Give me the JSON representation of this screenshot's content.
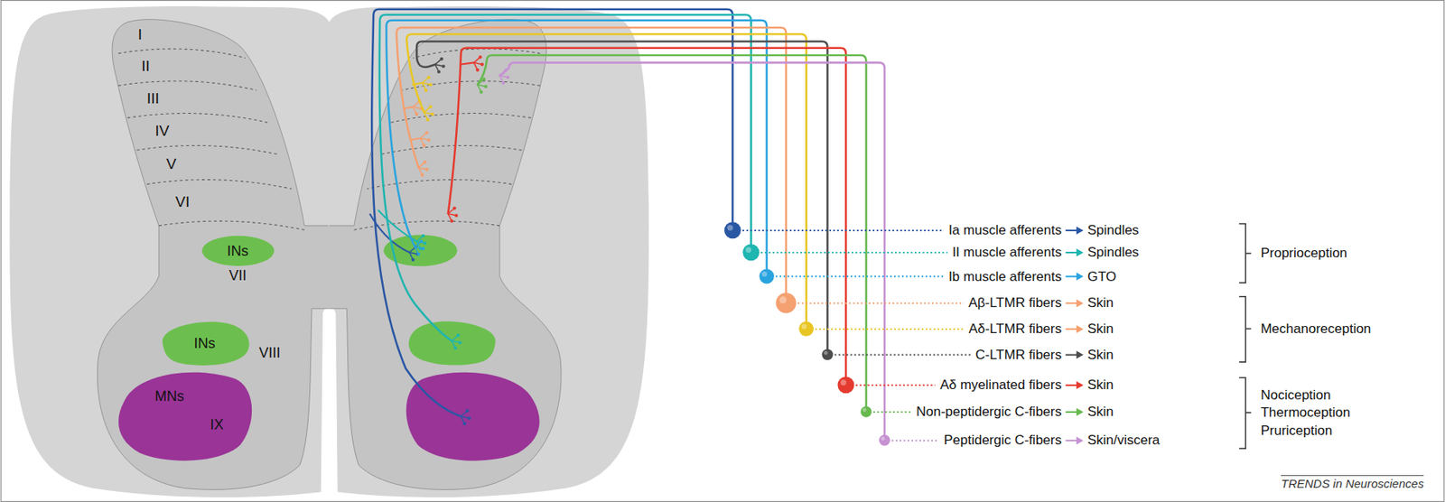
{
  "diagram": {
    "nodes": [
      {
        "text": [
          "INs",
          "VII"
        ]
      },
      {
        "text": [
          "INs",
          "VIII"
        ]
      },
      {
        "text": [
          "MNs",
          "IX"
        ]
      }
    ],
    "labels": [
      "I",
      "II",
      "III",
      "IV",
      "V",
      "VI",
      "Ia muscle afferents",
      "II muscle afferents",
      "Ib muscle afferents",
      "Aβ-LTMR fibers",
      "Aδ-LTMR fibers",
      "C-LTMR fibers",
      "Aδ myelinated fibers",
      "Non-peptidergic C-fibers",
      "Peptidergic C-fibers",
      "Spindles",
      "Spindles",
      "GTO",
      "Skin",
      "Skin",
      "Skin",
      "Skin",
      "Skin",
      "Skin/viscera",
      "Proprioception",
      "Mechanoreception",
      "Nociception",
      "Thermoception",
      "Pruriception",
      "TRENDS in Neurosciences"
    ]
  }
}
